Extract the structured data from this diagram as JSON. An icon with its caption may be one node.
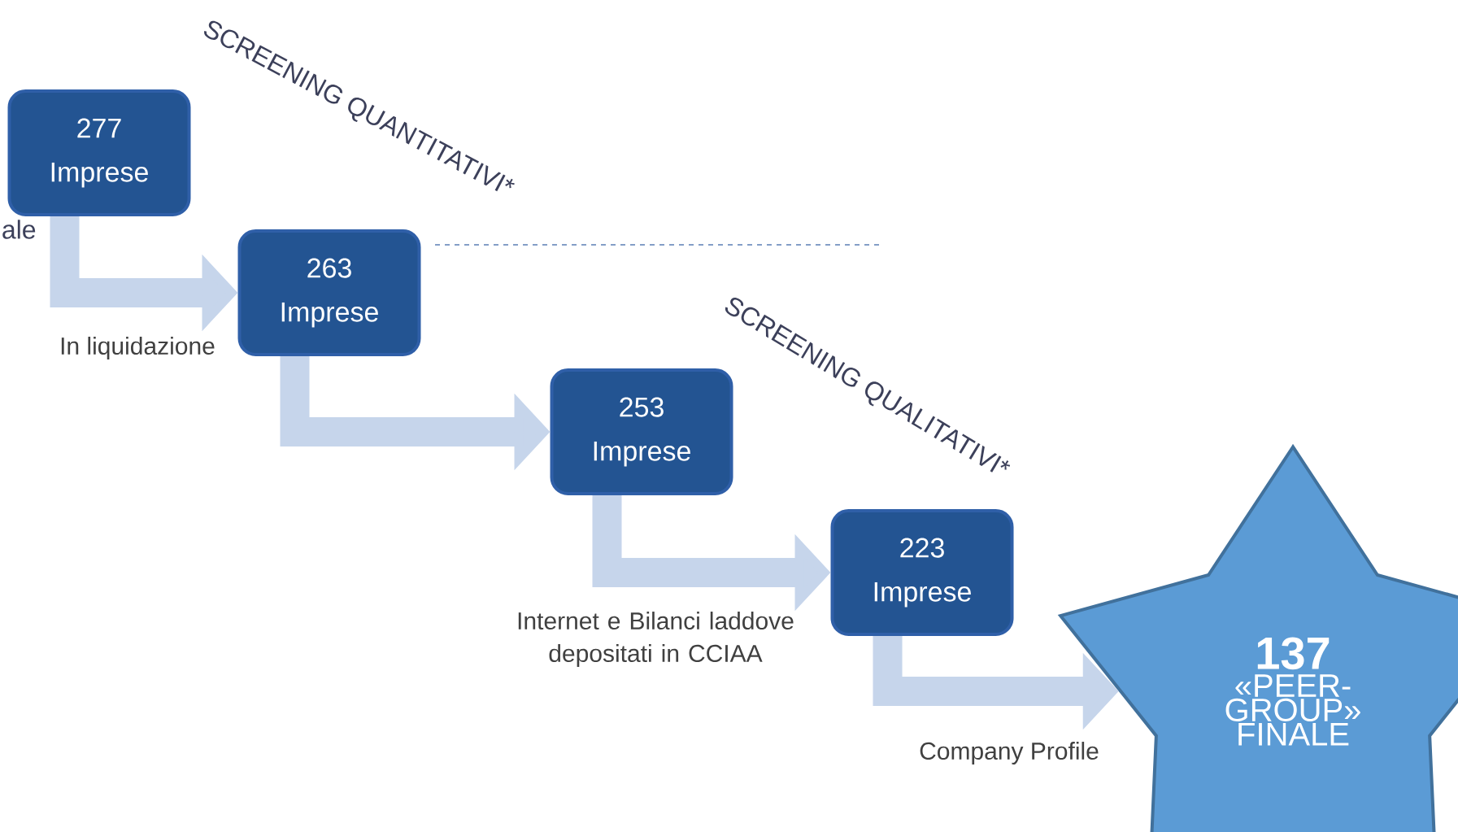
{
  "diagram": {
    "nodes": [
      {
        "text": [
          "277 Imprese"
        ]
      },
      {
        "text": [
          "263 Imprese"
        ]
      },
      {
        "text": [
          "253 Imprese"
        ]
      },
      {
        "text": [
          "223 Imprese"
        ]
      },
      {
        "text": [
          "137",
          "«PEER-GROUP» FINALE"
        ]
      }
    ],
    "edges": [
      {
        "from": 0,
        "to": 1,
        "arrow": "to",
        "label": "In liquidazione"
      },
      {
        "from": 1,
        "to": 2,
        "arrow": "to"
      },
      {
        "from": 2,
        "to": 3,
        "arrow": "to",
        "label": "Internet e Bilanci laddove depositati in CCIAA"
      },
      {
        "from": 3,
        "to": 4,
        "arrow": "to",
        "label": "Company Profile"
      }
    ],
    "labels": [
      "SCREENING QUANTITATIVI*",
      "ale",
      "SCREENING QUALITATIVI*"
    ]
  }
}
